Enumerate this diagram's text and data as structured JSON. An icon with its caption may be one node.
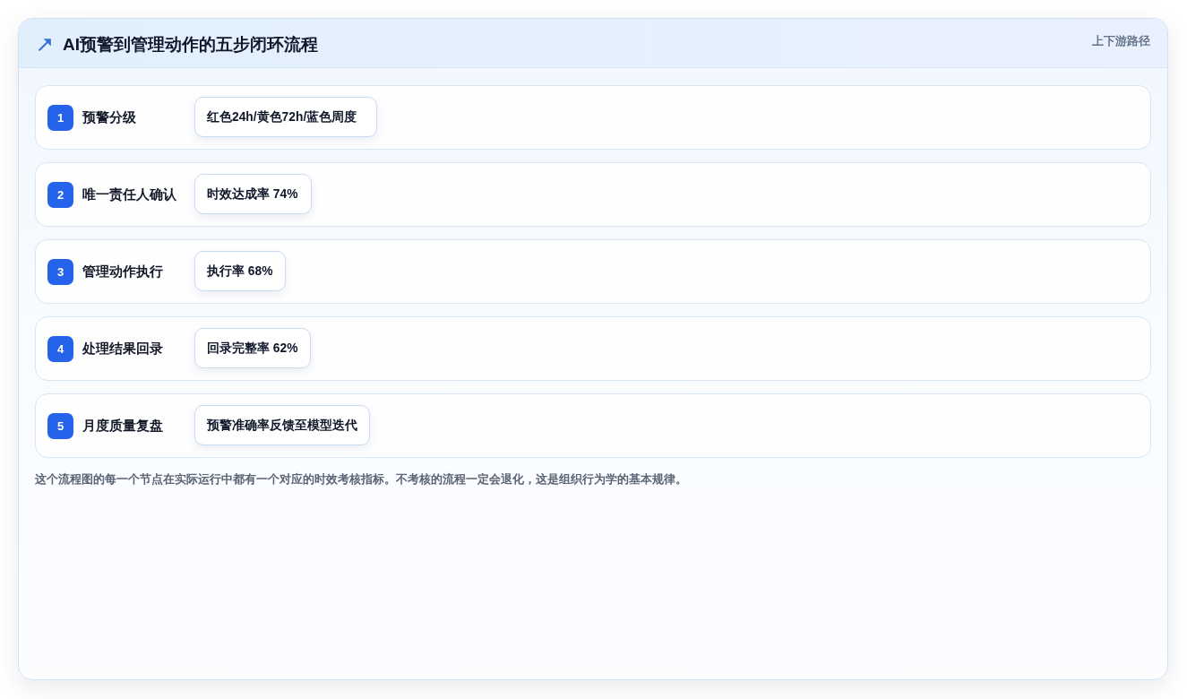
{
  "diagram": {
    "title": "AI预警到管理动作的五步闭环流程",
    "nodes": [
      {
        "text": [
          "预警分级"
        ]
      },
      {
        "text": [
          "1"
        ],
        "in": 0
      },
      {
        "text": [
          "红色24h/黄色72h/蓝色周度"
        ],
        "in": 0
      },
      {
        "text": [
          "唯一责任人确认"
        ]
      },
      {
        "text": [
          "2"
        ],
        "in": 3
      },
      {
        "text": [
          "时效达成率 74%"
        ],
        "in": 3
      },
      {
        "text": [
          "管理动作执行"
        ]
      },
      {
        "text": [
          "3"
        ],
        "in": 6
      },
      {
        "text": [
          "执行率 68%"
        ],
        "in": 6
      },
      {
        "text": [
          "处理结果回录"
        ]
      },
      {
        "text": [
          "4"
        ],
        "in": 9
      },
      {
        "text": [
          "回录完整率 62%"
        ],
        "in": 9
      },
      {
        "text": [
          "月度质量复盘"
        ]
      },
      {
        "text": [
          "5"
        ],
        "in": 12
      },
      {
        "text": [
          "预警准确率反馈至模型迭代"
        ],
        "in": 12
      }
    ],
    "labels": [
      "上下游路径",
      "这个流程图的每一个节点在实际运行中都有一个对应的时效考核指标。不考核的流程一定会退化，这是组织行为学的基本规律。"
    ]
  }
}
